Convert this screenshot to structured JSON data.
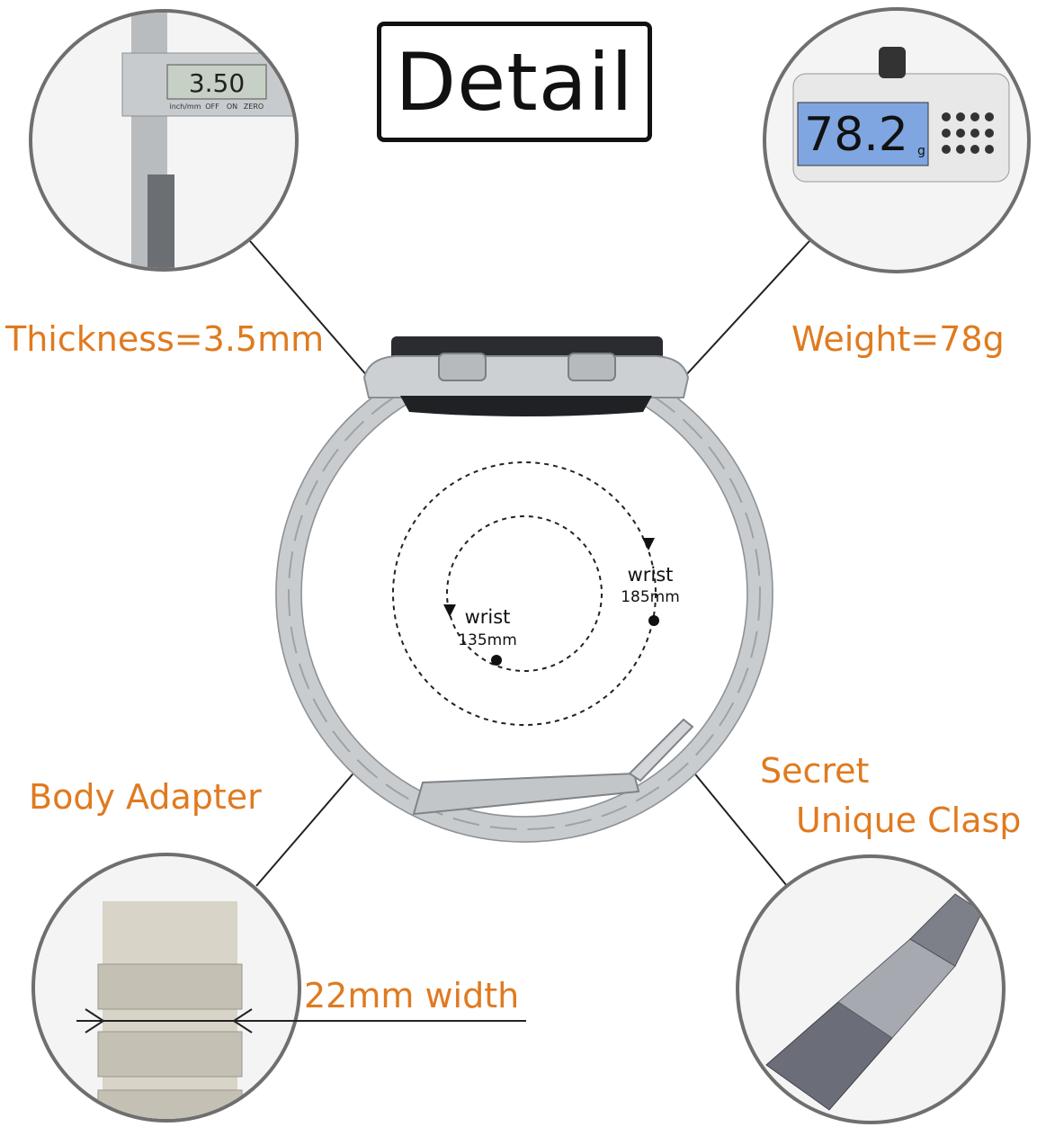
{
  "title": "Detail",
  "labels": {
    "thickness": "Thickness=3.5mm",
    "weight": "Weight=78g",
    "body_adapter": "Body Adapter",
    "clasp_line1": "Secret",
    "clasp_line2": "Unique Clasp",
    "width": "22mm width"
  },
  "caliper": {
    "reading": "3.50",
    "buttons": [
      "inch/mm",
      "OFF",
      "ON",
      "ZERO"
    ]
  },
  "scale": {
    "reading": "78.2",
    "unit": "g"
  },
  "sizes": {
    "outer_label": "wrist",
    "outer_value": "185mm",
    "inner_label": "wrist",
    "inner_value": "135mm"
  },
  "colors": {
    "accent": "#e07a1f",
    "text": "#111111",
    "steel": "#bfc2c4",
    "dark_steel": "#6b6e72"
  }
}
